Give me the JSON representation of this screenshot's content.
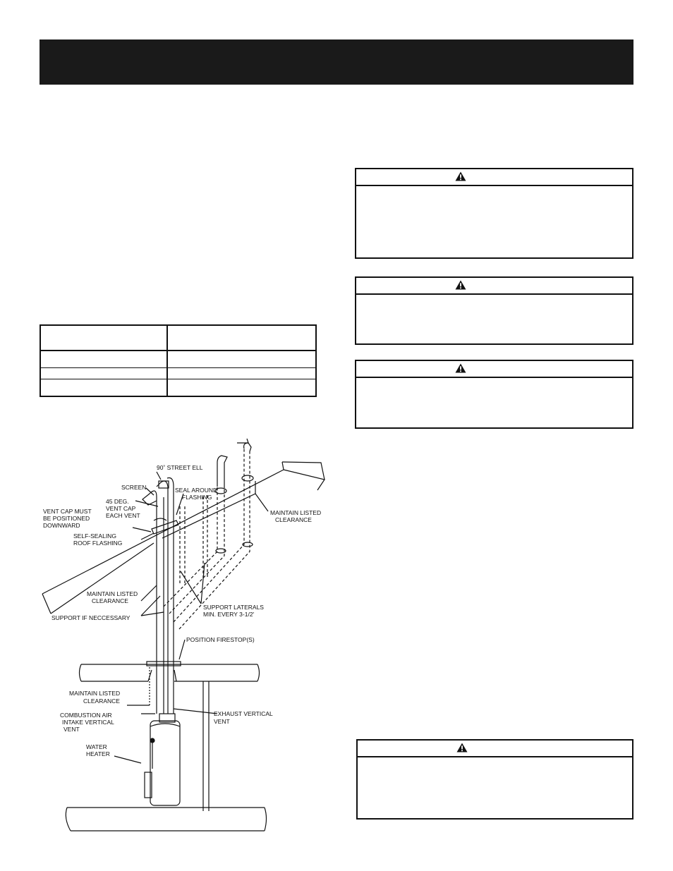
{
  "diagram": {
    "labels": {
      "street_ell": "90˚ STREET ELL",
      "screen": "SCREEN",
      "seal_1": "SEAL AROUND",
      "seal_2": "FLASHING",
      "vent_cap_deg_1": "45 DEG.",
      "vent_cap_deg_2": "VENT CAP",
      "vent_cap_deg_3": "EACH VENT",
      "vent_cap_must_1": "VENT CAP MUST",
      "vent_cap_must_2": "BE POSITIONED",
      "vent_cap_must_3": "DOWNWARD",
      "self_sealing_1": "SELF-SEALING",
      "self_sealing_2": "ROOF FLASHING",
      "maintain_roof_1": "MAINTAIN LISTED",
      "maintain_roof_2": "CLEARANCE",
      "maintain_mid_1": "MAINTAIN LISTED",
      "maintain_mid_2": "CLEARANCE",
      "support_if": "SUPPORT IF NECCESSARY",
      "support_laterals_1": "SUPPORT LATERALS",
      "support_laterals_2": "MIN. EVERY 3-1/2'",
      "firestop": "POSITION FIRESTOP(S)",
      "maintain_low_1": "MAINTAIN LISTED",
      "maintain_low_2": "CLEARANCE",
      "combustion_1": "COMBUSTION AIR",
      "combustion_2": "INTAKE VERTICAL",
      "combustion_3": "VENT",
      "exhaust_1": "EXHAUST VERTICAL",
      "exhaust_2": "VENT",
      "water_heater_1": "WATER",
      "water_heater_2": "HEATER"
    }
  }
}
